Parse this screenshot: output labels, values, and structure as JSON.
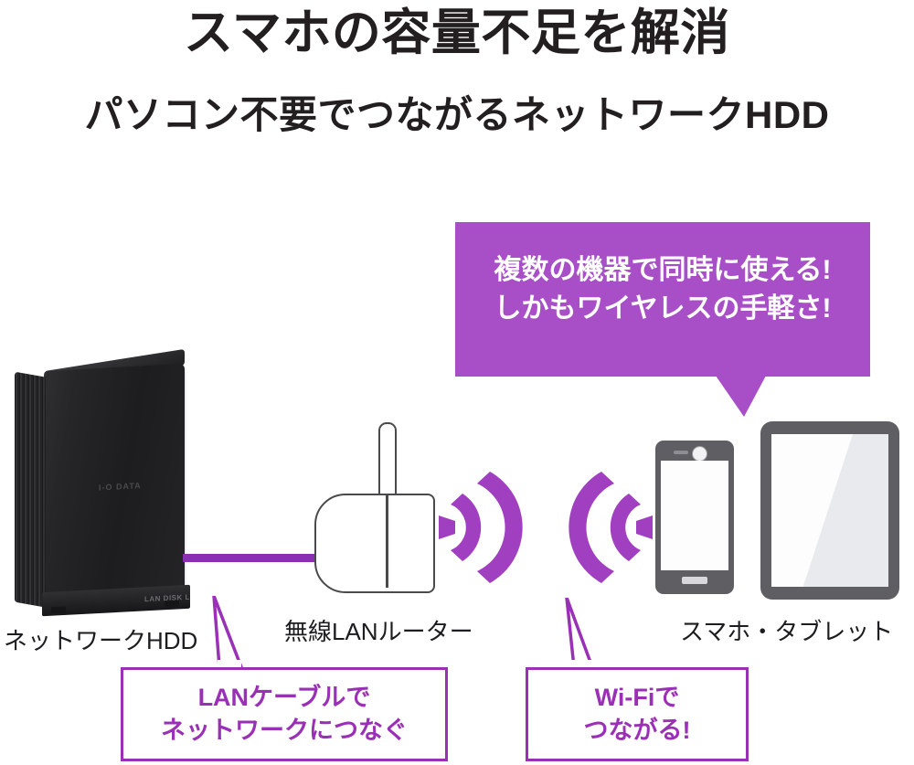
{
  "headings": {
    "main": "スマホの容量不足を解消",
    "sub": "パソコン不要でつながるネットワークHDD"
  },
  "callouts": {
    "main": {
      "text": "複数の機器で同時に使える!\nしかもワイヤレスの手軽さ!",
      "background_color": "#a84fc8",
      "text_color": "#ffffff"
    },
    "lan": {
      "text": "LANケーブルで\nネットワークにつなぐ",
      "border_color": "#9a30b5",
      "text_color": "#9a30b5"
    },
    "wifi": {
      "text": "Wi-Fiで\nつながる!",
      "border_color": "#9a30b5",
      "text_color": "#9a30b5"
    }
  },
  "devices": {
    "nas": {
      "label": "ネットワークHDD",
      "brand_logo": "I-O DATA",
      "model_badge": "LAN DISK L",
      "body_color": "#222224"
    },
    "router": {
      "label": "無線LANルーター",
      "outline_color": "#4a4a4c"
    },
    "mobile": {
      "label": "スマホ・タブレット",
      "frame_color": "#5e5e63"
    }
  },
  "connections": {
    "lan_cable_color": "#8b2fb0",
    "wifi_signal_color": "#a03fc0"
  }
}
